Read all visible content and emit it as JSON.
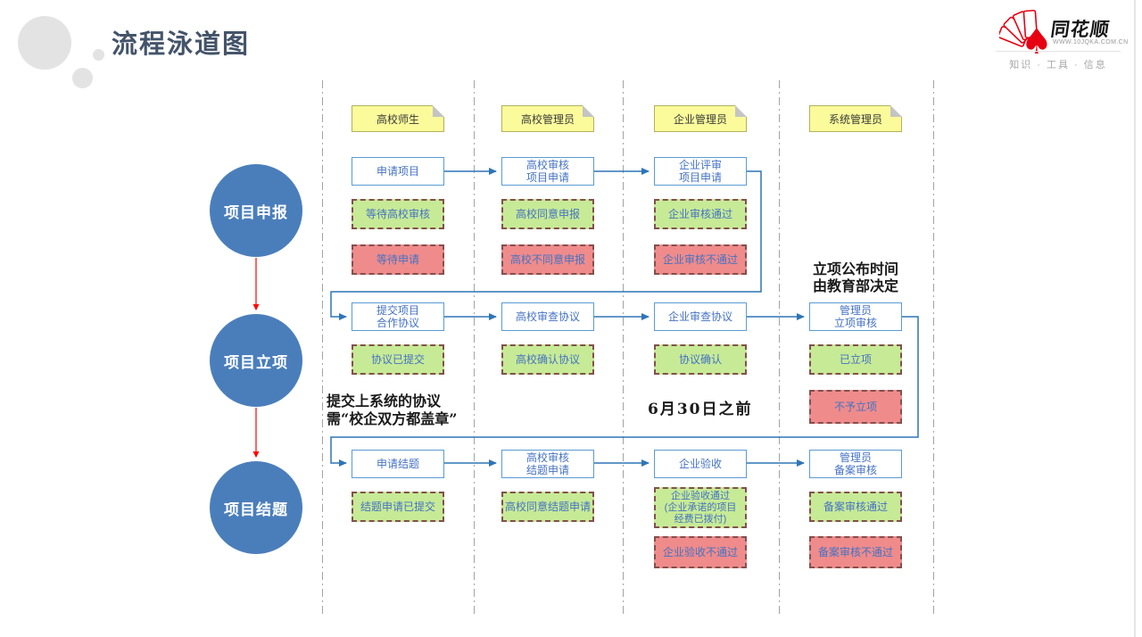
{
  "slide": {
    "title": "流程泳道图"
  },
  "logo": {
    "brand": "同花顺",
    "website": "WWW.10JQKA.COM.CN",
    "tagline": "知识 · 工具 · 信息",
    "icon": "poker-fan-spade",
    "brand_color": "#e60012"
  },
  "phases": [
    {
      "label": "项目申报"
    },
    {
      "label": "项目立项"
    },
    {
      "label": "项目结题"
    }
  ],
  "lanes": [
    {
      "label": "高校师生"
    },
    {
      "label": "高校管理员"
    },
    {
      "label": "企业管理员"
    },
    {
      "label": "系统管理员"
    }
  ],
  "rows": [
    {
      "steps": [
        "申请项目",
        "高校审核\n项目申请",
        "企业评审\n项目申请"
      ],
      "success": [
        "等待高校审核",
        "高校同意申报",
        "企业审核通过"
      ],
      "fail": [
        "等待申请",
        "高校不同意申报",
        "企业审核不通过"
      ]
    },
    {
      "steps": [
        "提交项目\n合作协议",
        "高校审查协议",
        "企业审查协议",
        "管理员\n立项审核"
      ],
      "success": [
        "协议已提交",
        "高校确认协议",
        "协议确认",
        "已立项"
      ],
      "fail": [
        "不予立项"
      ]
    },
    {
      "steps": [
        "申请结题",
        "高校审核\n结题申请",
        "企业验收",
        "管理员\n备案审核"
      ],
      "success": [
        "结题申请已提交",
        "高校同意结题申请",
        "企业验收通过\n(企业承诺的项目\n经费已拨付)",
        "备案审核通过"
      ],
      "fail": [
        "企业验收不通过",
        "备案审核不通过"
      ]
    }
  ],
  "annotations": [
    {
      "text": "立项公布时间\n由教育部决定"
    },
    {
      "text": "提交上系统的协议\n需“校企双方都盖章”"
    },
    {
      "text": "6月30日之前"
    }
  ],
  "colors": {
    "title_text": "#44546a",
    "phase_circle": "#4a7ebb",
    "phase_arrow": "#ff0000",
    "node_border": "#5b9bd5",
    "node_text": "#4472c4",
    "connector": "#2e75b6",
    "success_bg": "#c7ea96",
    "fail_bg": "#ef8b8b",
    "status_dashed_border": "#82504f",
    "note_bg": "#fbfb9b",
    "brand_red": "#e60012"
  }
}
